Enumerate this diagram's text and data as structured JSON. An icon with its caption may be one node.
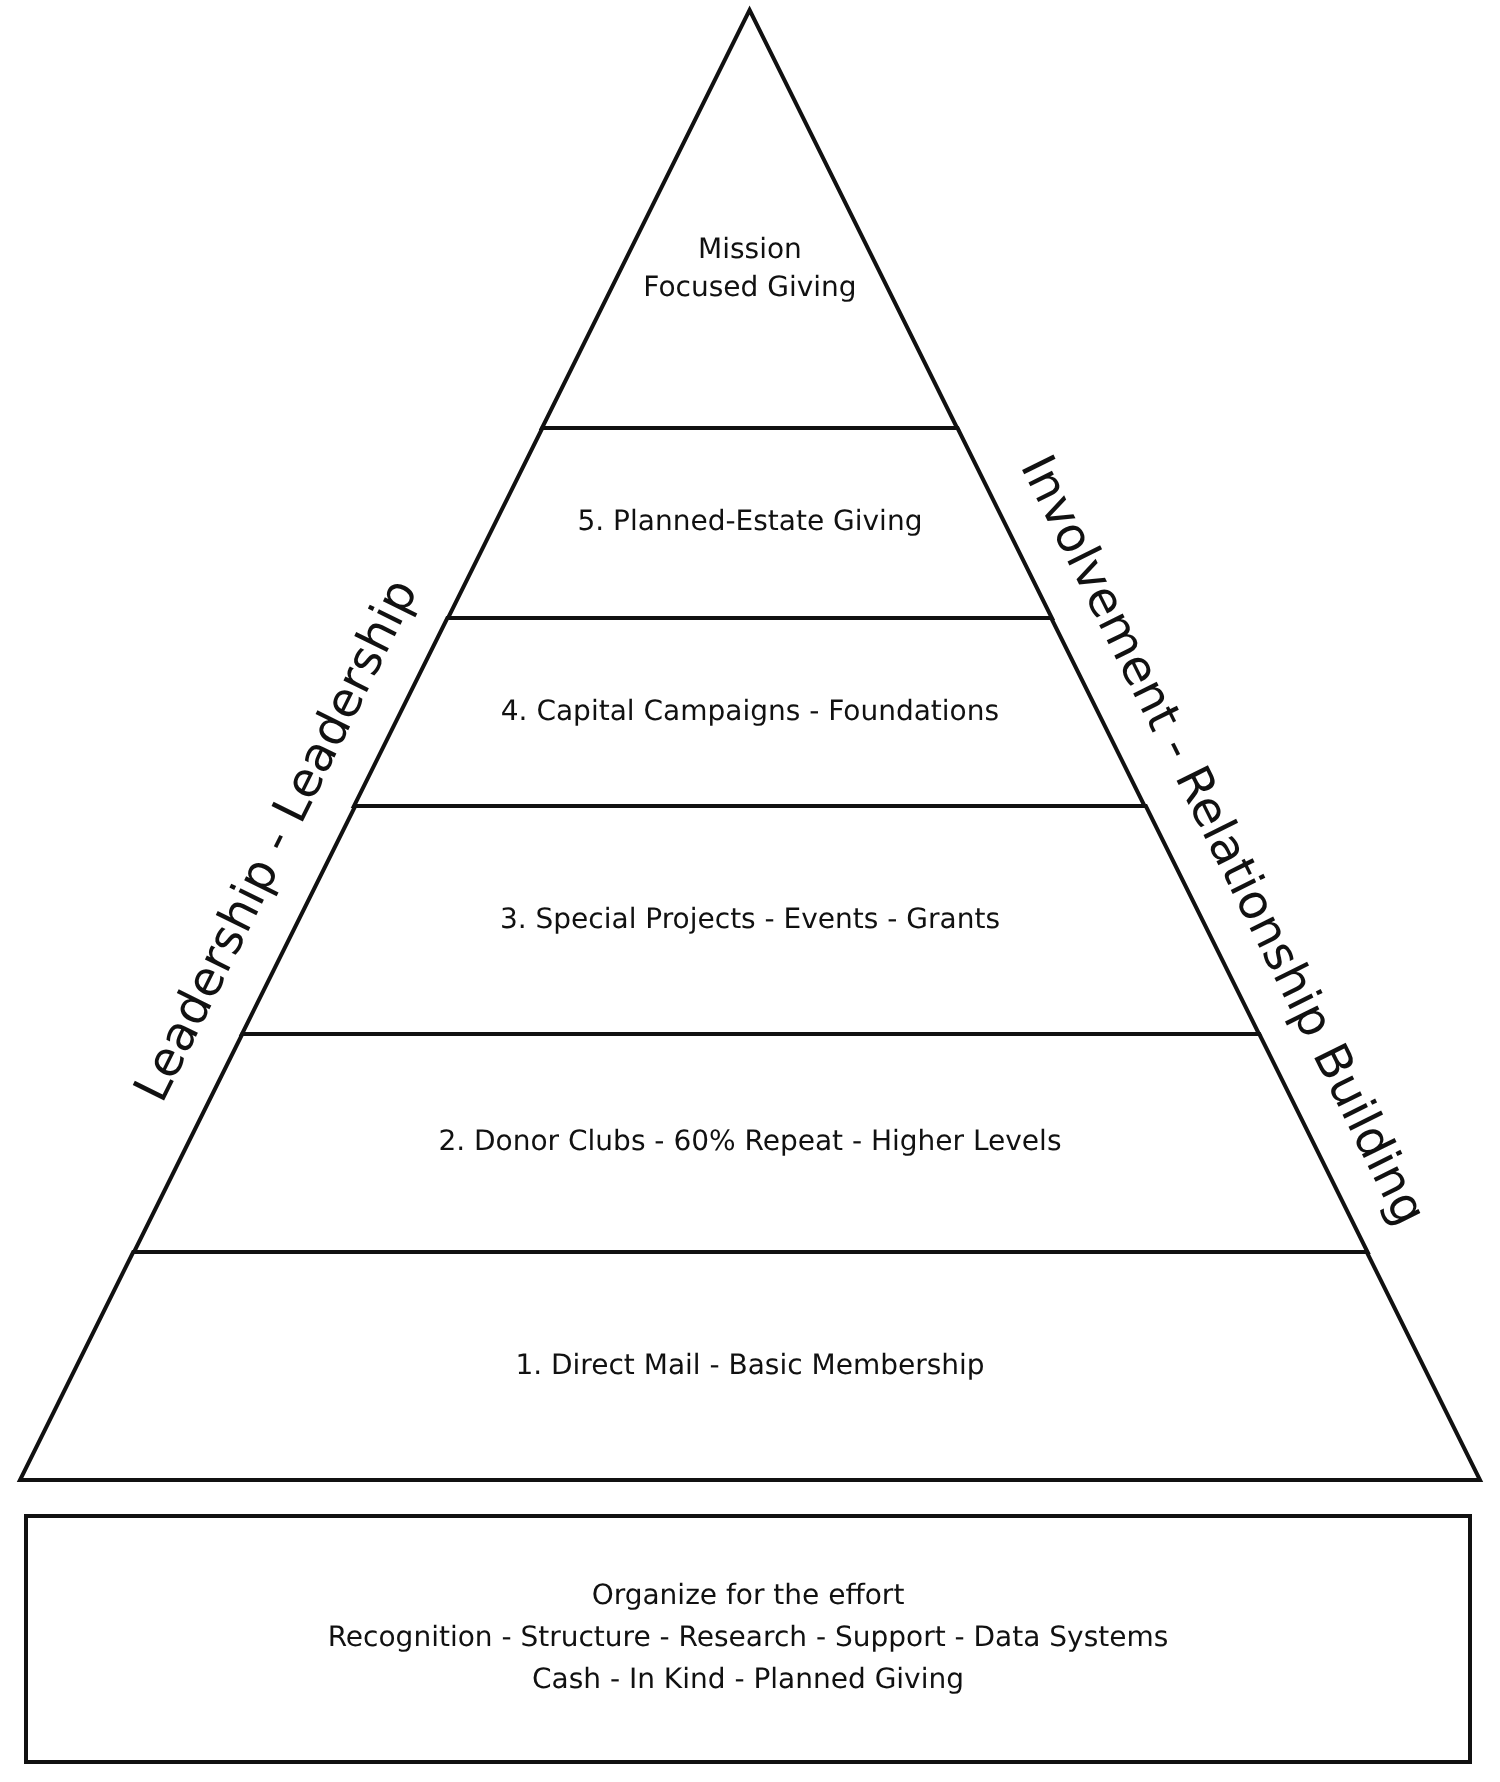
{
  "diagram": {
    "nodes": [
      {
        "text": [
          "Mission Focused Giving"
        ]
      },
      {
        "text": [
          "5. Planned-Estate Giving"
        ]
      },
      {
        "text": [
          "4. Capital Campaigns - Foundations"
        ]
      },
      {
        "text": [
          "3. Special Projects - Events - Grants"
        ]
      },
      {
        "text": [
          "2. Donor Clubs - 60% Repeat - Higher Levels"
        ]
      },
      {
        "text": [
          "1. Direct Mail - Basic Membership"
        ]
      },
      {
        "text": [
          "Organize for the effort",
          "Recognition - Structure - Research - Support - Data Systems",
          "Cash - In Kind - Planned Giving"
        ]
      }
    ],
    "edges": [],
    "labels": [
      "Leadership - Leadership",
      "Involvement - Relationship Building"
    ]
  }
}
